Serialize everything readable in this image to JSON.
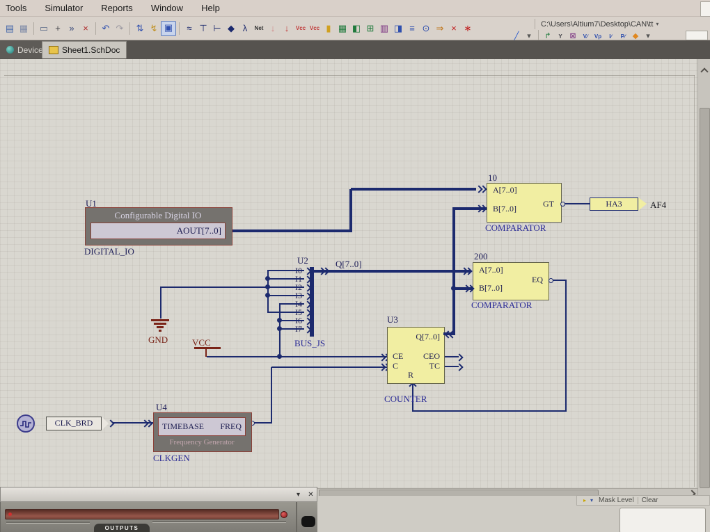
{
  "menu": {
    "items": [
      "Tools",
      "Simulator",
      "Reports",
      "Window",
      "Help"
    ]
  },
  "toolbar": {
    "path_value": "C:\\Users\\Altium7\\Desktop\\CAN\\tt",
    "dropdown_glyph": "▾",
    "icons_row1": [
      {
        "name": "copy",
        "glyph": "▤",
        "color": "#4466aa"
      },
      {
        "name": "paste",
        "glyph": "▦",
        "color": "#7f8ba8"
      },
      {
        "sep": true
      },
      {
        "name": "select-area",
        "glyph": "▭",
        "color": "#5a6a88"
      },
      {
        "name": "move",
        "glyph": "+",
        "color": "#44444a"
      },
      {
        "name": "deselect",
        "glyph": "»",
        "color": "#3a4a7a"
      },
      {
        "name": "clear-filter",
        "glyph": "×",
        "color": "#b03030"
      },
      {
        "sep": true
      },
      {
        "name": "undo",
        "glyph": "↶",
        "color": "#2f4fae"
      },
      {
        "name": "redo",
        "glyph": "↷",
        "color": "#9a97a0"
      },
      {
        "sep": true
      },
      {
        "name": "cross-select",
        "glyph": "⇅",
        "color": "#2f4fae"
      },
      {
        "name": "mask",
        "glyph": "↯",
        "color": "#c09020"
      },
      {
        "name": "pan",
        "glyph": "▣",
        "color": "#2f4fae",
        "hl": true
      },
      {
        "sep": true
      },
      {
        "name": "place-wire",
        "glyph": "≈",
        "color": "#1c2a6e"
      },
      {
        "name": "place-bus",
        "glyph": "⊤",
        "color": "#1c2a6e"
      },
      {
        "name": "place-bus-entry",
        "glyph": "⊢",
        "color": "#1c2a6e"
      },
      {
        "name": "place-junction",
        "glyph": "◆",
        "color": "#1c2a6e"
      },
      {
        "name": "place-signal",
        "glyph": "λ",
        "color": "#1c2a6e"
      },
      {
        "name": "place-net-label",
        "glyph": "Net",
        "color": "#333333",
        "text": true
      },
      {
        "name": "place-power-gnd",
        "glyph": "↓",
        "color": "#d08a8a"
      },
      {
        "name": "place-power-gnd-2",
        "glyph": "↓",
        "color": "#c03a3a"
      },
      {
        "name": "place-power-vcc",
        "glyph": "Vcc",
        "color": "#c03a3a",
        "text": true
      },
      {
        "name": "place-power-vcc-2",
        "glyph": "Vcc",
        "color": "#c03a3a",
        "text": true
      },
      {
        "name": "place-part",
        "glyph": "▮",
        "color": "#d0a020"
      },
      {
        "name": "place-ic",
        "glyph": "▦",
        "color": "#1f7a3c"
      },
      {
        "name": "place-ic-2",
        "glyph": "◧",
        "color": "#1f7a3c"
      },
      {
        "name": "place-sheet-symbol",
        "glyph": "⊞",
        "color": "#1f7a3c"
      },
      {
        "name": "place-rom",
        "glyph": "▥",
        "color": "#7a3080"
      },
      {
        "name": "place-blue-part",
        "glyph": "◨",
        "color": "#2f4fae"
      },
      {
        "name": "place-harness",
        "glyph": "≡",
        "color": "#2f4fae"
      },
      {
        "name": "place-sheet-entry",
        "glyph": "⊙",
        "color": "#2f4fae"
      },
      {
        "name": "place-port",
        "glyph": "⇒",
        "color": "#c07820"
      },
      {
        "name": "delete",
        "glyph": "×",
        "color": "#c02020"
      },
      {
        "name": "no-erc",
        "glyph": "∗",
        "color": "#c02020"
      }
    ],
    "icons_row2": [
      {
        "name": "pencil",
        "glyph": "╱",
        "color": "#2255cc"
      },
      {
        "name": "pencil-dropdown",
        "glyph": "▾",
        "color": "#555555"
      },
      {
        "sep": true
      },
      {
        "name": "export",
        "glyph": "↱",
        "color": "#1f7a3c"
      },
      {
        "name": "wrench",
        "glyph": "Y",
        "color": "#44444a",
        "text": true
      },
      {
        "name": "doc-close",
        "glyph": "⊠",
        "color": "#7a3080"
      },
      {
        "name": "probe-voltage",
        "glyph": "V∕",
        "color": "#2f4fae",
        "text": true
      },
      {
        "name": "probe-voltage-pair",
        "glyph": "Vp",
        "color": "#2f4fae",
        "text": true
      },
      {
        "name": "probe-current",
        "glyph": "I∕",
        "color": "#2f4fae",
        "text": true
      },
      {
        "name": "probe-power",
        "glyph": "P∕",
        "color": "#2f4fae",
        "text": true
      },
      {
        "name": "compile",
        "glyph": "◆",
        "color": "#e08820"
      },
      {
        "name": "compile-dropdown",
        "glyph": "▾",
        "color": "#555555"
      }
    ]
  },
  "tabs": {
    "devices": "Devices",
    "sheet": "Sheet1.SchDoc"
  },
  "schematic": {
    "u1": {
      "designator": "U1",
      "title": "Configurable Digital IO",
      "pin_out": "AOUT[7..0]",
      "label": "DIGITAL_IO"
    },
    "comp10": {
      "designator": "10",
      "pin_a": "A[7..0]",
      "pin_b": "B[7..0]",
      "pin_out": "GT",
      "label": "COMPARATOR"
    },
    "comp200": {
      "designator": "200",
      "pin_a": "A[7..0]",
      "pin_b": "B[7..0]",
      "pin_out": "EQ",
      "label": "COMPARATOR"
    },
    "port_ha3": {
      "label": "HA3",
      "net_label": "AF4"
    },
    "u2": {
      "designator": "U2",
      "bus_label": "Q[7..0]",
      "label": "BUS_JS",
      "pins": [
        "I0",
        "I1",
        "I2",
        "I3",
        "I4",
        "I5",
        "I6",
        "I7"
      ]
    },
    "u3": {
      "designator": "U3",
      "pin_q": "Q[7..0]",
      "pin_ce": "CE",
      "pin_c": "C",
      "pin_ceo": "CEO",
      "pin_tc": "TC",
      "pin_r": "R",
      "label": "COUNTER"
    },
    "u4": {
      "designator": "U4",
      "pin_in": "TIMEBASE",
      "pin_out": "FREQ",
      "subtitle": "Frequency Generator",
      "label": "CLKGEN"
    },
    "port_clk": {
      "label": "CLK_BRD"
    },
    "gnd_label": "GND",
    "vcc_label": "VCC"
  },
  "status": {
    "icons": [
      {
        "name": "status-expand",
        "glyph": "▸",
        "color": "#c8a400"
      },
      {
        "name": "status-collapse",
        "glyph": "▾",
        "color": "#3050a0"
      }
    ],
    "mask_level": "Mask Level",
    "clear": "Clear"
  },
  "panel": {
    "outputs_label": "OUTPUTS",
    "collapse_glyph": "▾",
    "close_glyph": "✕"
  },
  "colors": {
    "wire": "#1c2a6e",
    "part_fill": "#f1eea2",
    "part_border": "#63634a",
    "power": "#7a2418",
    "net_label": "#2a2a96",
    "ui_bg": "#d9d2cb",
    "canvas": "#d9d7d0",
    "tabbar": "#56534f",
    "tab_active": "#c9c6bf"
  }
}
